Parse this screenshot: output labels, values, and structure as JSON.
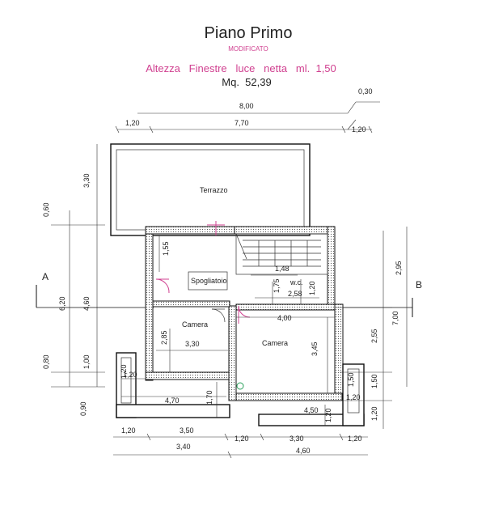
{
  "header": {
    "title": "Piano Primo",
    "subtitle": "MODIFICATO",
    "note": "Altezza   Finestre   luce   netta   ml.  1,50",
    "area": "Mq.  52,39"
  },
  "colors": {
    "title": "#222222",
    "accent_pink": "#d04090",
    "line": "#222222",
    "green_marker": "#2aa05a"
  },
  "rooms": {
    "terrace": "Terrazzo",
    "changing_room": "Spogliatoio",
    "bedroom_left": "Camera",
    "bedroom_right": "Camera",
    "wc": "w.c."
  },
  "section": {
    "a": "A",
    "b": "B"
  },
  "dims": {
    "top_0_30": "0,30",
    "top_8_00": "8,00",
    "top_1_20_left": "1,20",
    "top_7_70": "7,70",
    "top_1_20_right": "1,20",
    "left_3_30": "3,30",
    "left_0_60": "0,60",
    "left_6_20": "6,20",
    "left_4_60": "4,60",
    "left_0_80": "0,80",
    "left_1_00": "1,00",
    "left_0_90": "0,90",
    "in_1_55": "1,55",
    "in_1_48": "1,48",
    "in_1_75": "1,75",
    "in_1_20_wc": "1,20",
    "in_2_58": "2,58",
    "in_4_00": "4,00",
    "in_2_85": "2,85",
    "in_3_30": "3,30",
    "in_3_45": "3,45",
    "in_1_20_bl": "1,20",
    "in_4_70": "4,70",
    "in_1_70": "1,70",
    "in_4_50": "4,50",
    "in_1_20_br": "1,20",
    "in_1_20_bal": "1,20",
    "right_2_95": "2,95",
    "right_2_55": "2,55",
    "right_7_00": "7,00",
    "right_1_50_a": "1,50",
    "right_1_50_b": "1,50",
    "right_1_20": "1,20",
    "bot_1_20_a": "1,20",
    "bot_3_50": "3,50",
    "bot_1_20_b": "1,20",
    "bot_3_30": "3,30",
    "bot_1_20_c": "1,20",
    "bot_3_40": "3,40",
    "bot_4_60": "4,60"
  }
}
